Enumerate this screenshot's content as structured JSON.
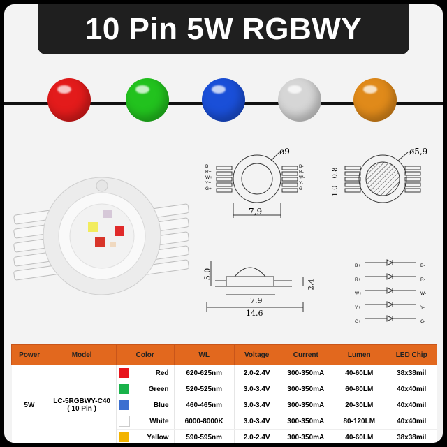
{
  "title": "10 Pin 5W RGBWY",
  "balls": [
    {
      "name": "red-led",
      "color": "#e31b1b"
    },
    {
      "name": "green-led",
      "color": "#22c21e"
    },
    {
      "name": "blue-led",
      "color": "#1a4fd8"
    },
    {
      "name": "white-led",
      "color": "#d6d6d6"
    },
    {
      "name": "yellow-led",
      "color": "#e08a1a"
    }
  ],
  "diagram_top_left": {
    "diameter": "ø9",
    "width": "7,9",
    "left_pins": [
      "B+",
      "R+",
      "W+",
      "Y+",
      "G+"
    ],
    "right_pins": [
      "B-",
      "R-",
      "W-",
      "Y-",
      "G-"
    ]
  },
  "diagram_top_right": {
    "diameter": "ø5,9",
    "dim_a": "0.8",
    "dim_b": "1.0"
  },
  "diagram_side": {
    "height": "5.0",
    "lead": "2.4",
    "inner": "7.9",
    "outer": "14.6"
  },
  "schematic": {
    "left": [
      "B+",
      "R+",
      "W+",
      "Y+",
      "G+"
    ],
    "right": [
      "B-",
      "R-",
      "W-",
      "Y-",
      "G-"
    ]
  },
  "table": {
    "headers": [
      "Power",
      "Model",
      "Color",
      "WL",
      "Voltage",
      "Current",
      "Lumen",
      "LED Chip"
    ],
    "power": "5W",
    "model_line1": "LC-5RGBWY-C40",
    "model_line2": "( 10 Pin )",
    "rows": [
      {
        "color": "Red",
        "swatch": "#e8141c",
        "wl": "620-625nm",
        "voltage": "2.0-2.4V",
        "current": "300-350mA",
        "lumen": "40-60LM",
        "chip": "38x38mil"
      },
      {
        "color": "Green",
        "swatch": "#19b24a",
        "wl": "520-525nm",
        "voltage": "3.0-3.4V",
        "current": "300-350mA",
        "lumen": "60-80LM",
        "chip": "40x40mil"
      },
      {
        "color": "Blue",
        "swatch": "#3b6fd0",
        "wl": "460-465nm",
        "voltage": "3.0-3.4V",
        "current": "300-350mA",
        "lumen": "20-30LM",
        "chip": "40x40mil"
      },
      {
        "color": "White",
        "swatch": "#ffffff",
        "wl": "6000-8000K",
        "voltage": "3.0-3.4V",
        "current": "300-350mA",
        "lumen": "80-120LM",
        "chip": "40x40mil"
      },
      {
        "color": "Yellow",
        "swatch": "#f2b300",
        "wl": "590-595nm",
        "voltage": "2.0-2.4V",
        "current": "300-350mA",
        "lumen": "40-60LM",
        "chip": "38x38mil"
      }
    ]
  }
}
